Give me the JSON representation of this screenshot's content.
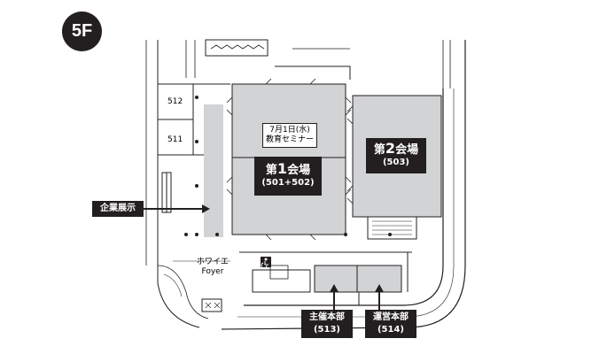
{
  "floor": "5F",
  "rooms": {
    "hall1": {
      "name_prefix": "第",
      "name_number": "1",
      "name_suffix": "会場",
      "code": "(501+502)"
    },
    "hall2": {
      "name_prefix": "第",
      "name_number": "2",
      "name_suffix": "会場",
      "code": "(503)"
    },
    "seminar": {
      "date": "7月1日(水)",
      "title": "教育セミナー"
    },
    "r512": "512",
    "r511": "511",
    "foyer": {
      "ja": "ホワイエ",
      "en": "Foyer"
    }
  },
  "callouts": {
    "exhibit": "企業展示",
    "organizer": {
      "name": "主催本部",
      "code": "(513)"
    },
    "operations": {
      "name": "運営本部",
      "code": "(514)"
    }
  },
  "icons": [
    "accessible-restroom-icon",
    "arrow-right-icon",
    "arrow-down-icon"
  ],
  "colors": {
    "room_fill": "#d2d3d5",
    "dark": "#231f20",
    "wall": "#231f20"
  }
}
